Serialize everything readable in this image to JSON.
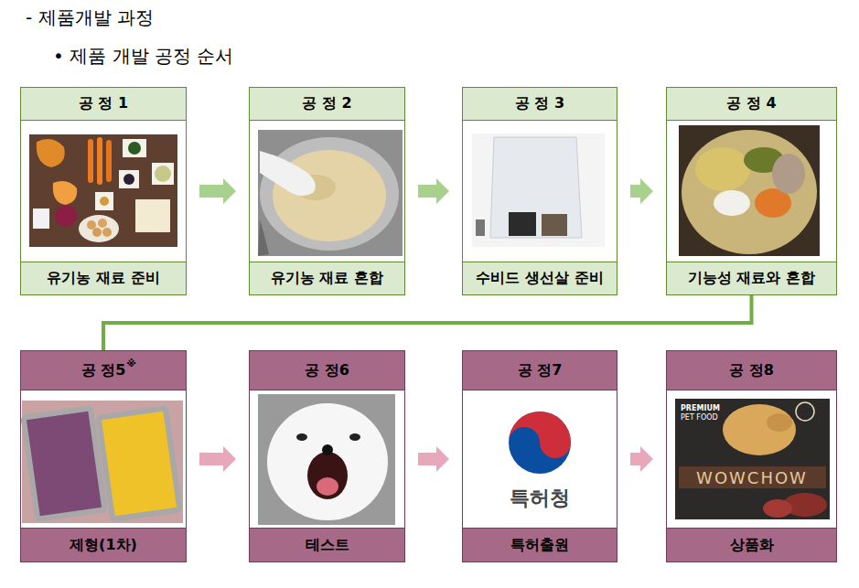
{
  "diagram": {
    "title": "- 제품개발 과정",
    "nodes": [
      {
        "text": [
          "공 정 1",
          "유기농 재료 준비"
        ]
      },
      {
        "text": [
          "공 정 2",
          "유기농 재료 혼합"
        ]
      },
      {
        "text": [
          "공 정 3",
          "수비드 생선살 준비"
        ]
      },
      {
        "text": [
          "공 정 4",
          "기능성 재료와 혼합"
        ]
      },
      {
        "text": [
          "공 정5",
          "제형(1차)"
        ]
      },
      {
        "text": [
          "공 정6",
          "테스트"
        ]
      },
      {
        "text": [
          "공 정7",
          "특허출원"
        ]
      },
      {
        "text": [
          "공 정8",
          "상품화"
        ]
      }
    ],
    "edges": [
      {
        "from": 0,
        "to": 1,
        "arrow": "to"
      },
      {
        "from": 1,
        "to": 2,
        "arrow": "to"
      },
      {
        "from": 2,
        "to": 3,
        "arrow": "to"
      },
      {
        "from": 3,
        "to": 4,
        "arrow": "none"
      },
      {
        "from": 4,
        "to": 5,
        "arrow": "to"
      },
      {
        "from": 5,
        "to": 6,
        "arrow": "to"
      },
      {
        "from": 6,
        "to": 7,
        "arrow": "to"
      }
    ],
    "labels": [
      "• 제품 개발 공정 순서",
      "※",
      "특허청",
      "PREMIUM",
      "PET FOOD",
      "WOWCHOW"
    ]
  }
}
